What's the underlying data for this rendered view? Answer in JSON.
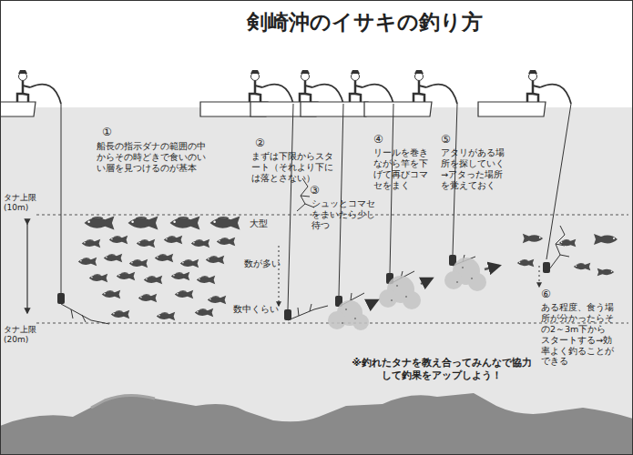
{
  "diagram": {
    "title": "剣崎沖のイサキの釣り方",
    "labels": [
      "①",
      "船長の指示ダナの範囲の中からその時どきで食いのいい層を見つけるのが基本",
      "②",
      "まずは下限からスタート（それより下には落とさない）",
      "③",
      "シュッとコマセをまいたら少し待つ",
      "④",
      "リールを巻きながら竿を下げて再びコマセをまく",
      "⑤",
      "アタリがある場所を探していく→アタった場所を覚えておく",
      "⑥",
      "ある程度、食う場所が分かったらその2～3m下からスタートする→効率よく釣ることができる",
      "タナ上限 (10m)",
      "タナ上限 (20m)",
      "大型",
      "数が多い",
      "数中くらい",
      "※釣れたタナを教え合ってみんなで協力して釣果をアップしよう！"
    ]
  }
}
